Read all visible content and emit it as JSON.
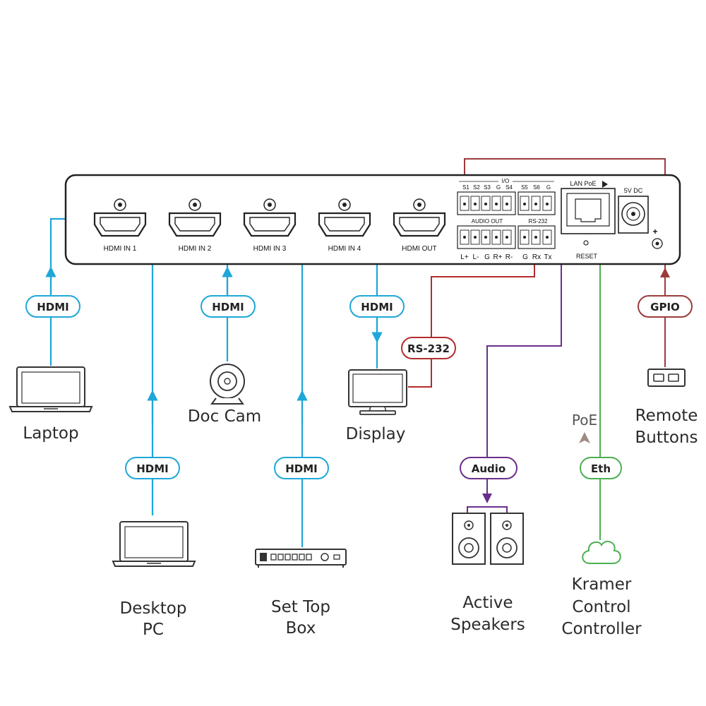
{
  "panel": {
    "hdmi_ports": [
      "HDMI  IN 1",
      "HDMI  IN 2",
      "HDMI  IN 3",
      "HDMI  IN 4",
      "HDMI  OUT"
    ],
    "io_label": "I/O",
    "io_pins": [
      "S1",
      "S2",
      "S3",
      "G",
      "S4",
      "S5",
      "S6",
      "G"
    ],
    "audio_out_label": "AUDIO OUT",
    "rs232_label": "RS-232",
    "audio_pins": [
      "L+",
      "L-",
      "G",
      "R+",
      "R-"
    ],
    "rs232_pins": [
      "G",
      "Rx",
      "Tx"
    ],
    "lan_label": "LAN PoE",
    "reset_label": "RESET",
    "power_label": "5V DC",
    "plus_sign": "+"
  },
  "connection_labels": {
    "hdmi_1": "HDMI",
    "hdmi_2": "HDMI",
    "hdmi_3": "HDMI",
    "hdmi_4": "HDMI",
    "hdmi_out": "HDMI",
    "rs232": "RS-232",
    "audio": "Audio",
    "eth": "Eth",
    "gpio": "GPIO"
  },
  "devices": {
    "laptop": "Laptop",
    "desktop_pc": [
      "Desktop",
      "PC"
    ],
    "doc_cam": "Doc Cam",
    "set_top_box": [
      "Set Top",
      "Box"
    ],
    "display": "Display",
    "active_speakers": [
      "Active",
      "Speakers"
    ],
    "kramer_control": [
      "Kramer",
      "Control",
      "Controller"
    ],
    "remote_buttons": [
      "Remote",
      "Buttons"
    ]
  },
  "poe_label": "PoE",
  "colors": {
    "hdmi": "#1ea7d8",
    "rs232": "#b22c2c",
    "audio": "#6a2e8a",
    "eth": "#4caf50",
    "gpio": "#9b3b3b",
    "panel_stroke": "#222222"
  }
}
